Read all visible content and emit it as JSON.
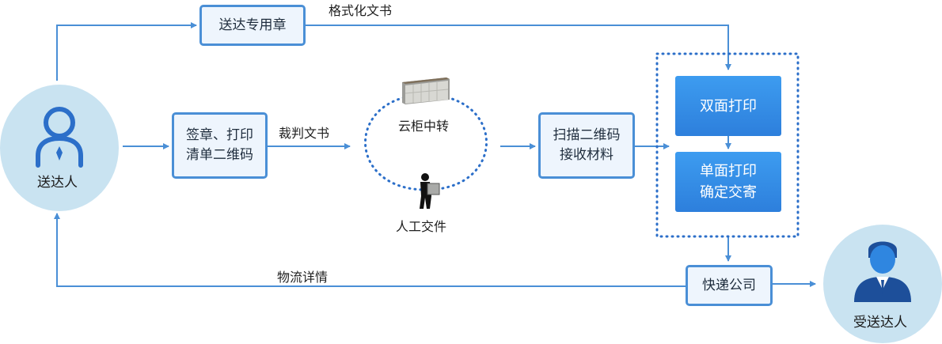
{
  "sender": {
    "label": "送达人"
  },
  "receiver": {
    "label": "受送达人"
  },
  "boxes": {
    "seal": "送达专用章",
    "sign_print": [
      "签章、打印",
      "清单二维码"
    ],
    "scan": [
      "扫描二维码",
      "接收材料"
    ],
    "duplex": "双面打印",
    "simplex": [
      "单面打印",
      "确定交寄"
    ],
    "courier": "快递公司"
  },
  "labels": {
    "formatted_doc": "格式化文书",
    "judgment_doc": "裁判文书",
    "cabinet": "云柜中转",
    "manual": "人工交件",
    "logistics": "物流详情"
  },
  "colors": {
    "line": "#4a8fd6",
    "box_fill": "#eef5fd",
    "circle": "#c9e3f1",
    "primary": "#2f86e0",
    "dots": "#2c6fc9"
  }
}
